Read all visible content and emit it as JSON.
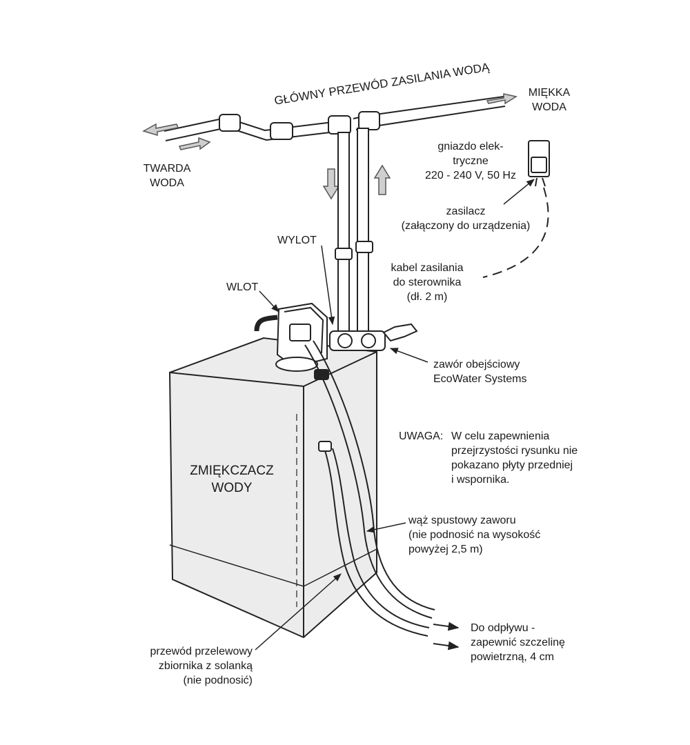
{
  "labels": {
    "main_line": "GŁÓWNY PRZEWÓD ZASILANIA WODĄ",
    "soft_water": [
      "MIĘKKA",
      "WODA"
    ],
    "hard_water": [
      "TWARDA",
      "WODA"
    ],
    "outlet": "WYLOT",
    "inlet": "WLOT",
    "socket": [
      "gniazdo elek-",
      "tryczne",
      "220 - 240 V, 50 Hz"
    ],
    "power_supply": [
      "zasilacz",
      "(załączony do urządzenia)"
    ],
    "power_cable": [
      "kabel zasilania",
      "do sterownika",
      "(dł. 2 m)"
    ],
    "bypass_valve": [
      "zawór obejściowy",
      "EcoWater Systems"
    ],
    "note_prefix": "UWAGA:",
    "note_text": [
      "W celu zapewnienia",
      "przejrzystości rysunku nie",
      "pokazano płyty przedniej",
      "i wspornika."
    ],
    "softener": [
      "ZMIĘKCZACZ",
      "WODY"
    ],
    "drain_hose": [
      "wąż spustowy zaworu",
      "(nie podnosić na wysokość",
      "powyżej 2,5 m)"
    ],
    "overflow_line": [
      "przewód przelewowy",
      "zbiornika z solanką",
      "(nie podnosić)"
    ],
    "drain": [
      "Do odpływu -",
      "zapewnić szczelinę",
      "powietrzną, 4 cm"
    ]
  }
}
